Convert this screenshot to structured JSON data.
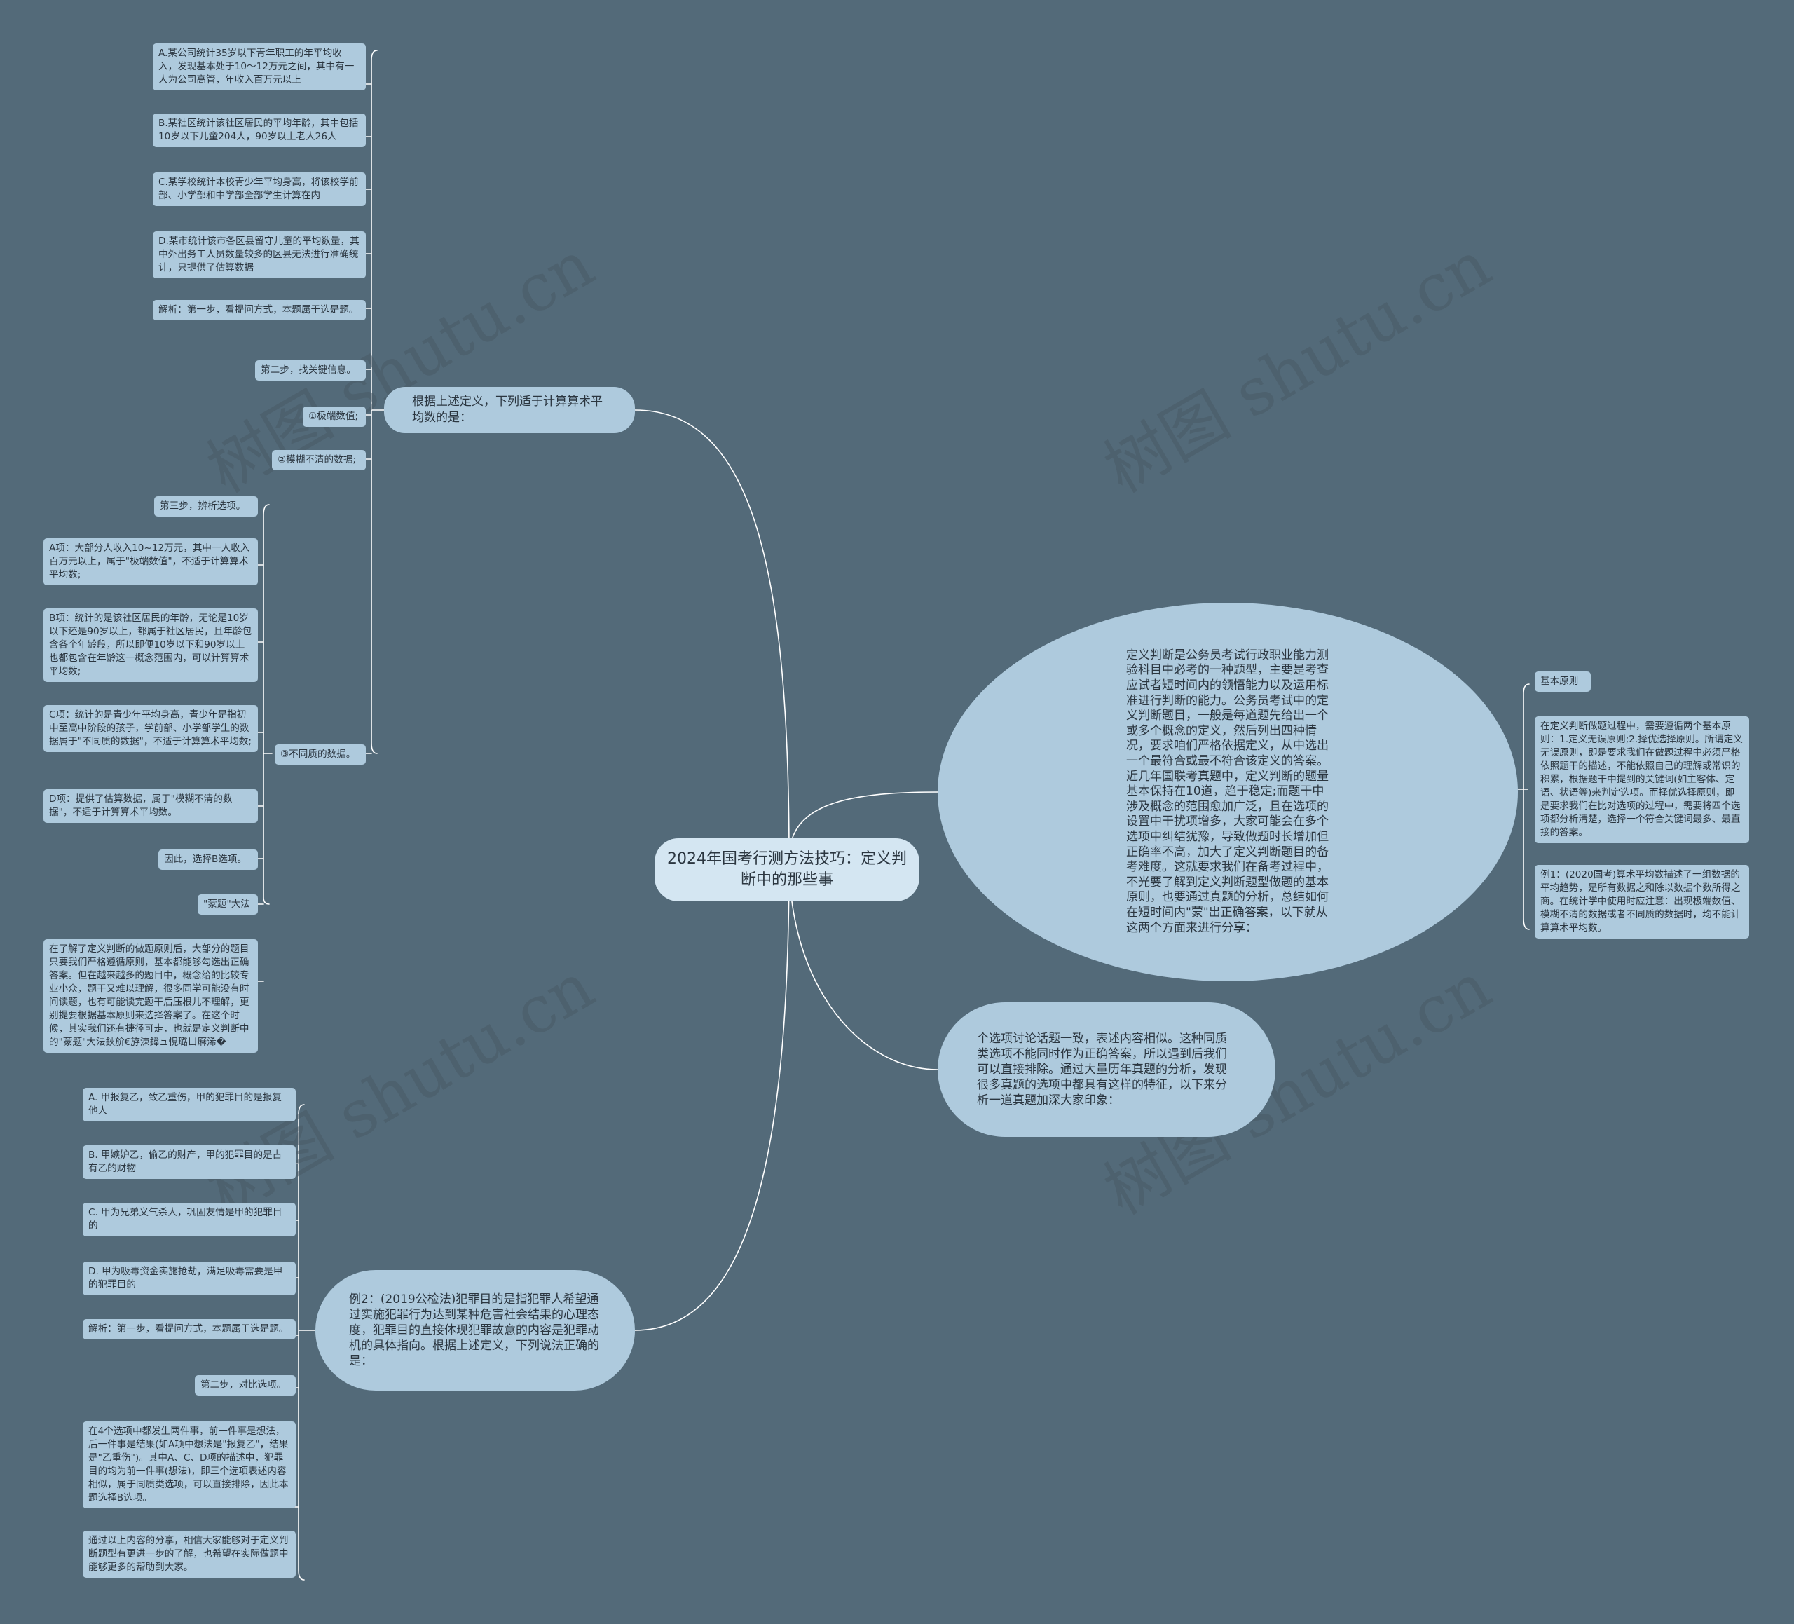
{
  "root": {
    "title": "2024年国考行测方法技巧：定义判断中的那些事"
  },
  "branches": {
    "intro": "定义判断是公务员考试行政职业能力测验科目中必考的一种题型，主要是考查应试者短时间内的领悟能力以及运用标准进行判断的能力。公务员考试中的定义判断题目，一般是每道题先给出一个或多个概念的定义，然后列出四种情况，要求咱们严格依据定义，从中选出一个最符合或最不符合该定义的答案。近几年国联考真题中，定义判断的题量基本保持在10道，趋于稳定;而题干中涉及概念的范围愈加广泛，且在选项的设置中干扰项增多，大家可能会在多个选项中纠结犹豫，导致做题时长增加但正确率不高，加大了定义判断题目的备考难度。这就要求我们在备考过程中，不光要了解到定义判断题型做题的基本原则，也要通过真题的分析，总结如何在短时间内\"蒙\"出正确答案，以下就从这两个方面来进行分享：",
    "q1": "根据上述定义，下列适于计算算术平均数的是：",
    "option": "个选项讨论话题一致，表述内容相似。这种同质类选项不能同时作为正确答案，所以遇到后我们可以直接排除。通过大量历年真题的分析，发现很多真题的选项中都具有这样的特征，以下来分析一道真题加深大家印象：",
    "ex2": "例2：(2019公检法)犯罪目的是指犯罪人希望通过实施犯罪行为达到某种危害社会结果的心理态度，犯罪目的直接体现犯罪故意的内容是犯罪动机的具体指向。根据上述定义，下列说法正确的是："
  },
  "right_leaves": {
    "basic": "基本原则",
    "principle": "在定义判断做题过程中，需要遵循两个基本原则：1.定义无误原则;2.择优选择原则。所谓定义无误原则，即是要求我们在做题过程中必须严格依照题干的描述，不能依照自己的理解或常识的积累，根据题干中提到的关键词(如主客体、定语、状语等)来判定选项。而择优选择原则，即是要求我们在比对选项的过程中，需要将四个选项都分析清楚，选择一个符合关键词最多、最直接的答案。",
    "ex1": "例1：(2020国考)算术平均数描述了一组数据的平均趋势，是所有数据之和除以数据个数所得之商。在统计学中使用时应注意：出现极端数值、模糊不清的数据或者不同质的数据时，均不能计算算术平均数。"
  },
  "q1_leaves": {
    "a": "A.某公司统计35岁以下青年职工的年平均收入，发现基本处于10～12万元之间，其中有一人为公司高管，年收入百万元以上",
    "b": "B.某社区统计该社区居民的平均年龄，其中包括10岁以下儿童204人，90岁以上老人26人",
    "c": "C.某学校统计本校青少年平均身高，将该校学前部、小学部和中学部全部学生计算在内",
    "d": "D.某市统计该市各区县留守儿童的平均数量，其中外出务工人员数量较多的区县无法进行准确统计，只提供了估算数据",
    "step1": "解析：第一步，看提问方式，本题属于选是题。",
    "step2": "第二步，找关键信息。",
    "k1": "①极端数值;",
    "k2": "②模糊不清的数据;",
    "k3": "③不同质的数据。",
    "step3": "第三步，辨析选项。",
    "sa": "A项：大部分人收入10~12万元，其中一人收入百万元以上，属于\"极端数值\"，不适于计算算术平均数;",
    "sb": "B项：统计的是该社区居民的年龄，无论是10岁以下还是90岁以上，都属于社区居民，且年龄包含各个年龄段，所以即便10岁以下和90岁以上也都包含在年龄这一概念范围内，可以计算算术平均数;",
    "sc": "C项：统计的是青少年平均身高，青少年是指初中至高中阶段的孩子，学前部、小学部学生的数据属于\"不同质的数据\"，不适于计算算术平均数;",
    "sd": "D项：提供了估算数据，属于\"模糊不清的数据\"，不适于计算算术平均数。",
    "ans": "因此，选择B选项。",
    "meng": "\"蒙题\"大法",
    "meng_text": "在了解了定义判断的做题原则后，大部分的题目只要我们严格遵循原则，基本都能够勾选出正确答案。但在越来越多的题目中，概念给的比较专业小众，题干又难以理解，很多同学可能没有时间读题，也有可能读完题干后压根儿不理解，更别提要根据基本原则来选择答案了。在这个时候，其实我们还有捷径可走，也就是定义判断中的\"蒙题\"大法鈥斺€斿洓鍏ュ悓璐ㄩ厤浠�"
  },
  "ex2_leaves": {
    "a": "A. 甲报复乙，致乙重伤，甲的犯罪目的是报复他人",
    "b": "B. 甲嫉妒乙，偷乙的财产，甲的犯罪目的是占有乙的财物",
    "c": "C. 甲为兄弟义气杀人，巩固友情是甲的犯罪目的",
    "d": "D. 甲为吸毒资金实施抢劫，满足吸毒需要是甲的犯罪目的",
    "step1": "解析：第一步，看提问方式，本题属于选是题。",
    "step2": "第二步，对比选项。",
    "analysis": "在4个选项中都发生两件事，前一件事是想法，后一件事是结果(如A项中想法是\"报复乙\"，结果是\"乙重伤\")。其中A、C、D项的描述中，犯罪目的均为前一件事(想法)，即三个选项表述内容相似，属于同质类选项，可以直接排除，因此本题选择B选项。",
    "summary": "通过以上内容的分享，相信大家能够对于定义判断题型有更进一步的了解，也希望在实际做题中能够更多的帮助到大家。"
  },
  "watermarks": [
    "树图 shutu.cn",
    "树图 shutu.cn",
    "树图 shutu.cn",
    "树图 shutu.cn"
  ],
  "colors": {
    "background": "#536a79",
    "node": "#aecadd",
    "root": "#d4e6f2",
    "line": "#ffffff"
  }
}
